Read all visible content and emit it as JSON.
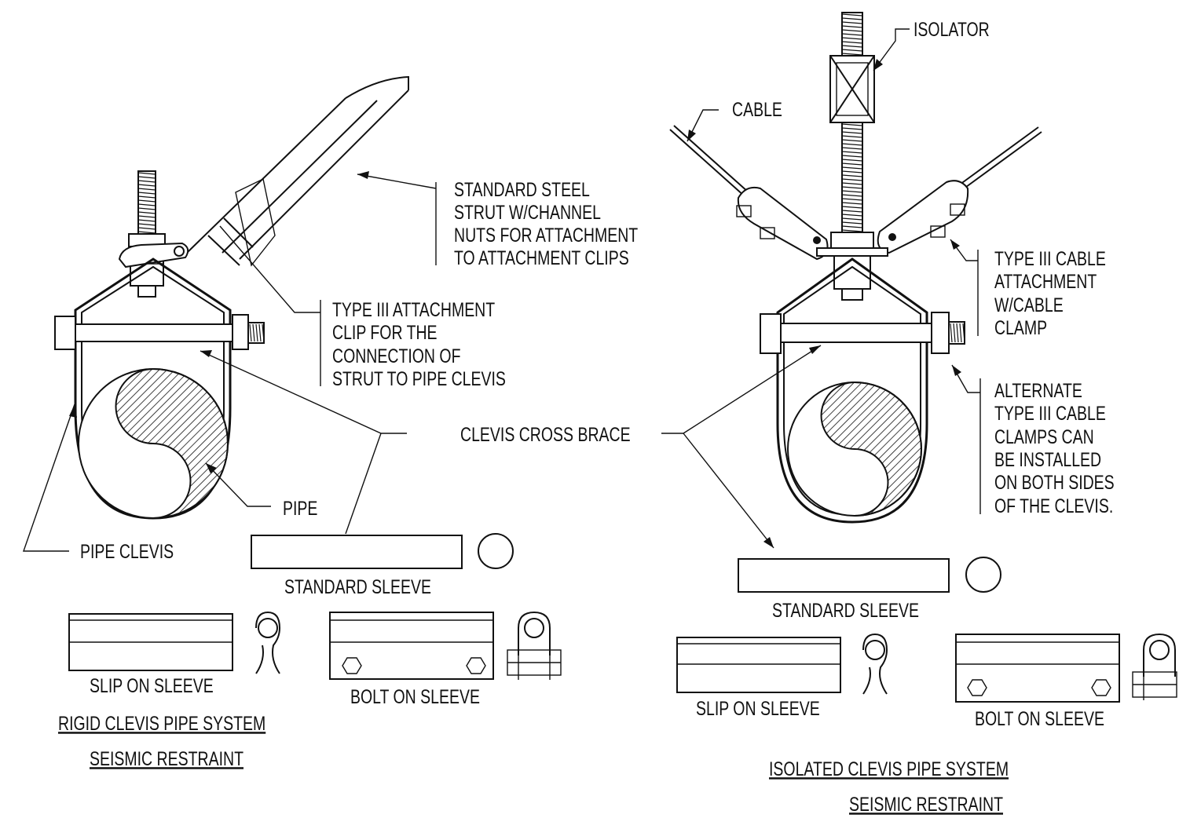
{
  "diagram": {
    "left": {
      "labels": {
        "strut": [
          "STANDARD STEEL",
          "STRUT W/CHANNEL",
          "NUTS FOR ATTACHMENT",
          "TO ATTACHMENT CLIPS"
        ],
        "clip": [
          "TYPE III ATTACHMENT",
          "CLIP FOR THE",
          "CONNECTION OF",
          "STRUT TO PIPE CLEVIS"
        ],
        "pipe": "PIPE",
        "pipe_clevis": "PIPE CLEVIS",
        "standard_sleeve": "STANDARD SLEEVE",
        "slip_on_sleeve": "SLIP ON SLEEVE",
        "bolt_on_sleeve": "BOLT ON SLEEVE"
      },
      "title_line1": "RIGID CLEVIS PIPE SYSTEM",
      "title_line2": "SEISMIC RESTRAINT"
    },
    "center": {
      "clevis_cross_brace": "CLEVIS CROSS BRACE"
    },
    "right": {
      "labels": {
        "isolator": "ISOLATOR",
        "cable": "CABLE",
        "cable_attachment": [
          "TYPE III CABLE",
          "ATTACHMENT",
          "W/CABLE",
          "CLAMP"
        ],
        "alternate": [
          "ALTERNATE",
          "TYPE III CABLE",
          "CLAMPS CAN",
          "BE INSTALLED",
          "ON BOTH SIDES",
          "OF THE CLEVIS."
        ],
        "standard_sleeve": "STANDARD SLEEVE",
        "slip_on_sleeve": "SLIP ON SLEEVE",
        "bolt_on_sleeve": "BOLT ON SLEEVE"
      },
      "title_line1": "ISOLATED CLEVIS PIPE SYSTEM",
      "title_line2": "SEISMIC RESTRAINT"
    }
  }
}
